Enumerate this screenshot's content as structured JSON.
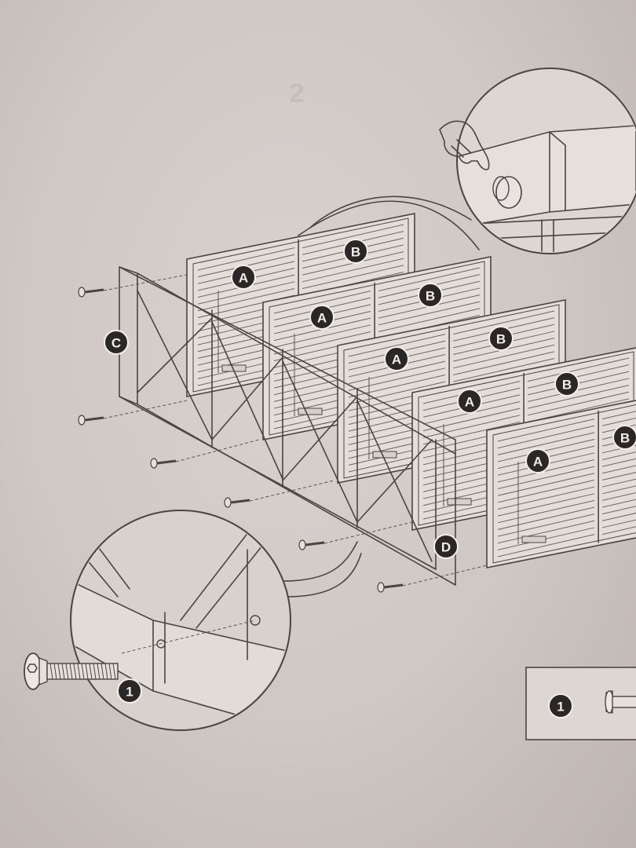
{
  "faded_step_number": "2",
  "labels": {
    "panel_left": "A",
    "panel_right": "B",
    "frame_side": "C",
    "frame_front": "D",
    "screw": "1"
  },
  "hardware_legend": {
    "item_label": "1"
  },
  "colors": {
    "background": "#d3cbc8",
    "line": "#4a4543",
    "label_fill": "#2b2726",
    "label_text": "#f2eeec"
  },
  "icons": [
    "hand-pointing-icon",
    "screw-icon"
  ]
}
